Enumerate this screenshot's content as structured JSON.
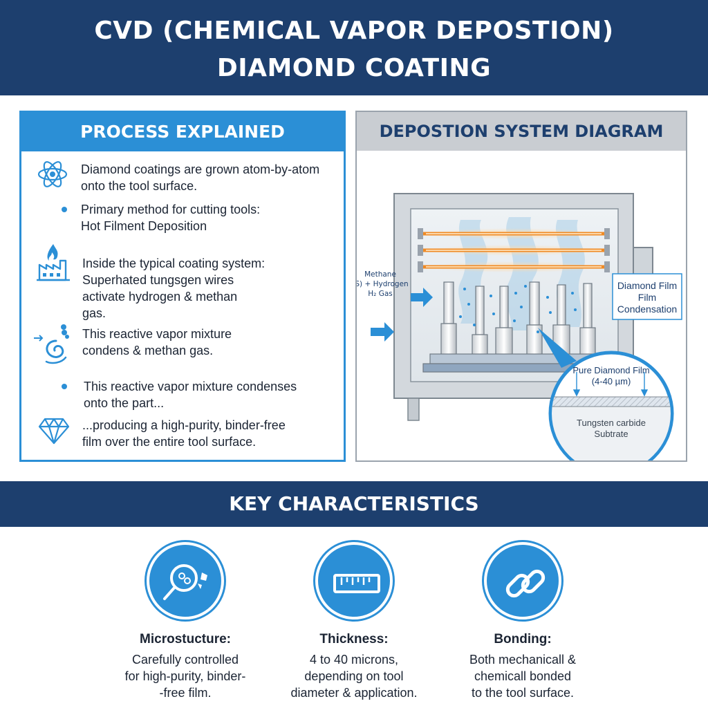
{
  "header": {
    "title_line1": "CVD (CHEMICAL VAPOR DEPOSTION)",
    "title_line2": "DIAMOND COATING"
  },
  "process": {
    "title": "PROCESS EXPLAINED",
    "steps": [
      {
        "icon": "atom-icon",
        "lines": [
          "Diamond coatings are grown atom-by-atom",
          "onto the tool surface."
        ]
      },
      {
        "icon": "bullet",
        "lines": [
          "Primary method for cutting tools:",
          "Hot Filment Deposition"
        ]
      },
      {
        "icon": "factory-flame-icon",
        "lines": [
          "Inside the typical coating system:",
          "Superhated tungsgen wires",
          "activate hydrogen & methan",
          "gas."
        ]
      },
      {
        "icon": "vapor-swirl-icon",
        "lines": [
          "This reactive vapor mixture",
          "condens & methan gas."
        ]
      },
      {
        "icon": "bullet",
        "lines": [
          "This reactive vapor mixture condenses",
          "onto the part..."
        ]
      },
      {
        "icon": "diamond-icon",
        "lines": [
          "...producing a high-purity, binder-free",
          "film over the entire tool surface."
        ]
      }
    ]
  },
  "system": {
    "title": "DEPOSTION SYSTEM DIAGRAM",
    "gas_label": [
      "Methane",
      "(S) + Hydrogen",
      "H₂ Gas"
    ],
    "film_label": [
      "Diamond Film",
      "Film",
      "Condensation"
    ],
    "zoom_label": [
      "Pure Diamond Film",
      "(4-40 µm)"
    ],
    "substrate_label": [
      "Tungsten carbide",
      "Subtrate"
    ]
  },
  "characteristics": {
    "title": "KEY CHARACTERISTICS",
    "items": [
      {
        "icon": "magnifier-icon",
        "title": "Microstucture:",
        "lines": [
          "Carefully controlled",
          "for high-purity, binder-",
          "-free film."
        ]
      },
      {
        "icon": "ruler-icon",
        "title": "Thickness:",
        "lines": [
          "4 to 40 microns,",
          "depending on tool",
          "diameter & application."
        ]
      },
      {
        "icon": "chain-link-icon",
        "title": "Bonding:",
        "lines": [
          "Both mechanicall &",
          "chemicall bonded",
          "to the tool surface."
        ]
      }
    ]
  },
  "colors": {
    "navy": "#1d3f6e",
    "accent_blue": "#2b8fd6",
    "filament_orange": "#f08a24"
  }
}
